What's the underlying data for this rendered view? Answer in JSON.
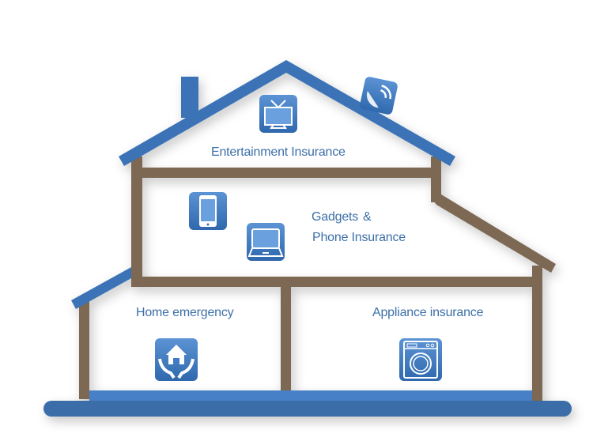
{
  "title": "Home insurance coverage house diagram",
  "rooms": {
    "attic": {
      "label": "Entertainment Insurance",
      "icons": [
        "tv-icon",
        "satellite-dish-icon"
      ]
    },
    "gadgets": {
      "label_line1": "Gadgets",
      "label_amp": "&",
      "label_line2": "Phone Insurance",
      "icons": [
        "smartphone-icon",
        "laptop-icon"
      ]
    },
    "home_emergency": {
      "label": "Home emergency",
      "icon": "home-in-hands-icon"
    },
    "appliance": {
      "label": "Appliance insurance",
      "icon": "washing-machine-icon"
    }
  },
  "colors": {
    "roof": "#3a73b6",
    "wall": "#7b6753",
    "text": "#3d6fa8",
    "icon_bg": "#3f7cc4"
  }
}
